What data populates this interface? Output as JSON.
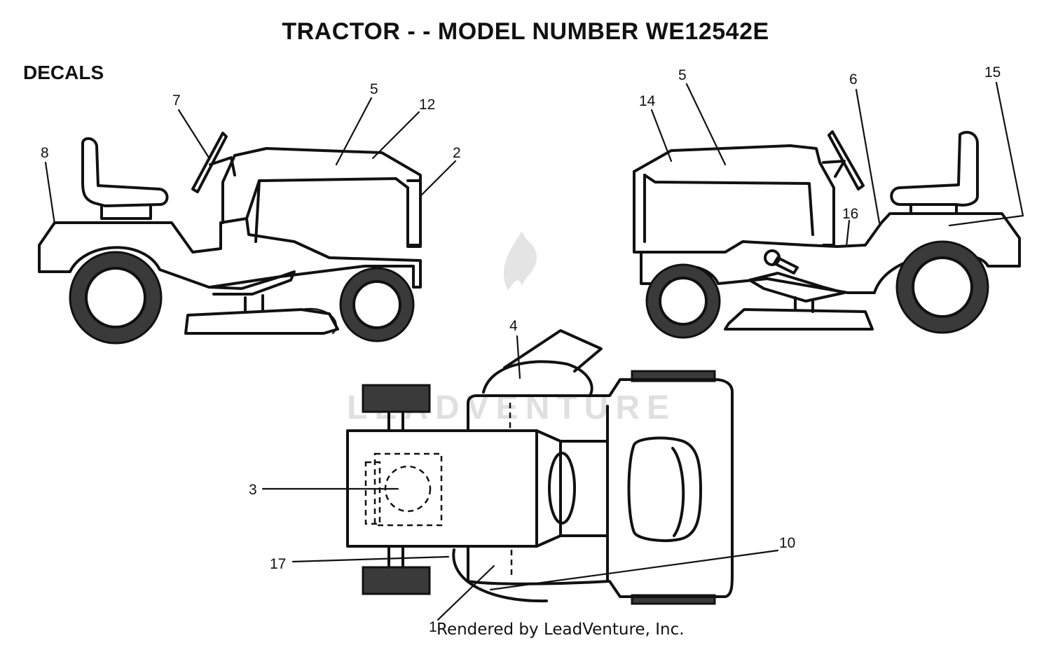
{
  "title": "TRACTOR - - MODEL NUMBER WE12542E",
  "section_label": "DECALS",
  "watermark": "LEADVENTURE",
  "credit": "Rendered by LeadVenture, Inc.",
  "callouts": {
    "left_view": [
      "8",
      "7",
      "5",
      "12",
      "2"
    ],
    "right_view": [
      "14",
      "5",
      "6",
      "15",
      "16"
    ],
    "top_view": [
      "4",
      "3",
      "17",
      "10",
      "1"
    ]
  }
}
